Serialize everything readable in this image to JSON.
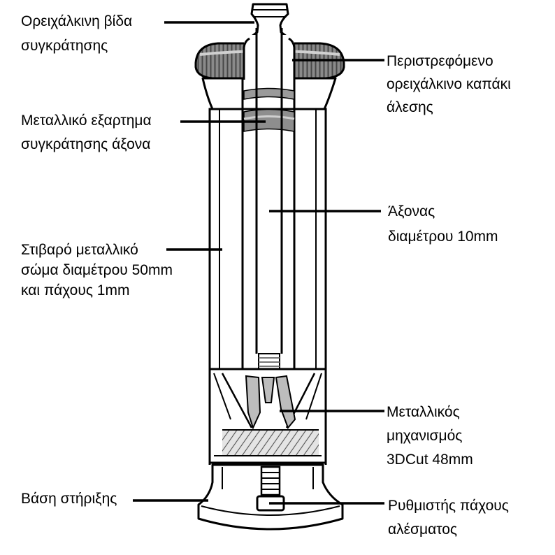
{
  "labels": {
    "retaining_screw": {
      "lines": [
        "Ορειχάλκινη βίδα",
        "συγκράτησης"
      ]
    },
    "grinding_lid": {
      "lines": [
        "Περιστρεφόμενο",
        "ορειχάλκινο καπάκι",
        "άλεσης"
      ]
    },
    "shaft_fitting": {
      "lines": [
        "Μεταλλικό εξαρτημα",
        "συγκράτησης άξονα"
      ]
    },
    "shaft": {
      "lines": [
        "Άξονας",
        "διαμέτρου 10mm"
      ]
    },
    "body": {
      "lines": [
        "Στιβαρό μεταλλικό",
        "σώμα διαμέτρου 50mm",
        "και πάχους 1mm"
      ]
    },
    "mechanism": {
      "lines": [
        "Μεταλλικός",
        "μηχανισμός",
        "3DCut 48mm"
      ]
    },
    "base": {
      "lines": [
        "Βάση στήριξης"
      ]
    },
    "adjuster": {
      "lines": [
        "Ρυθμιστής πάχους",
        "αλέσματος"
      ]
    }
  },
  "colors": {
    "line": "#000000",
    "knurl": "#8a8a8a",
    "metal_band": "#9a9a9a",
    "blade": "#bdbdbd",
    "background": "#ffffff"
  }
}
